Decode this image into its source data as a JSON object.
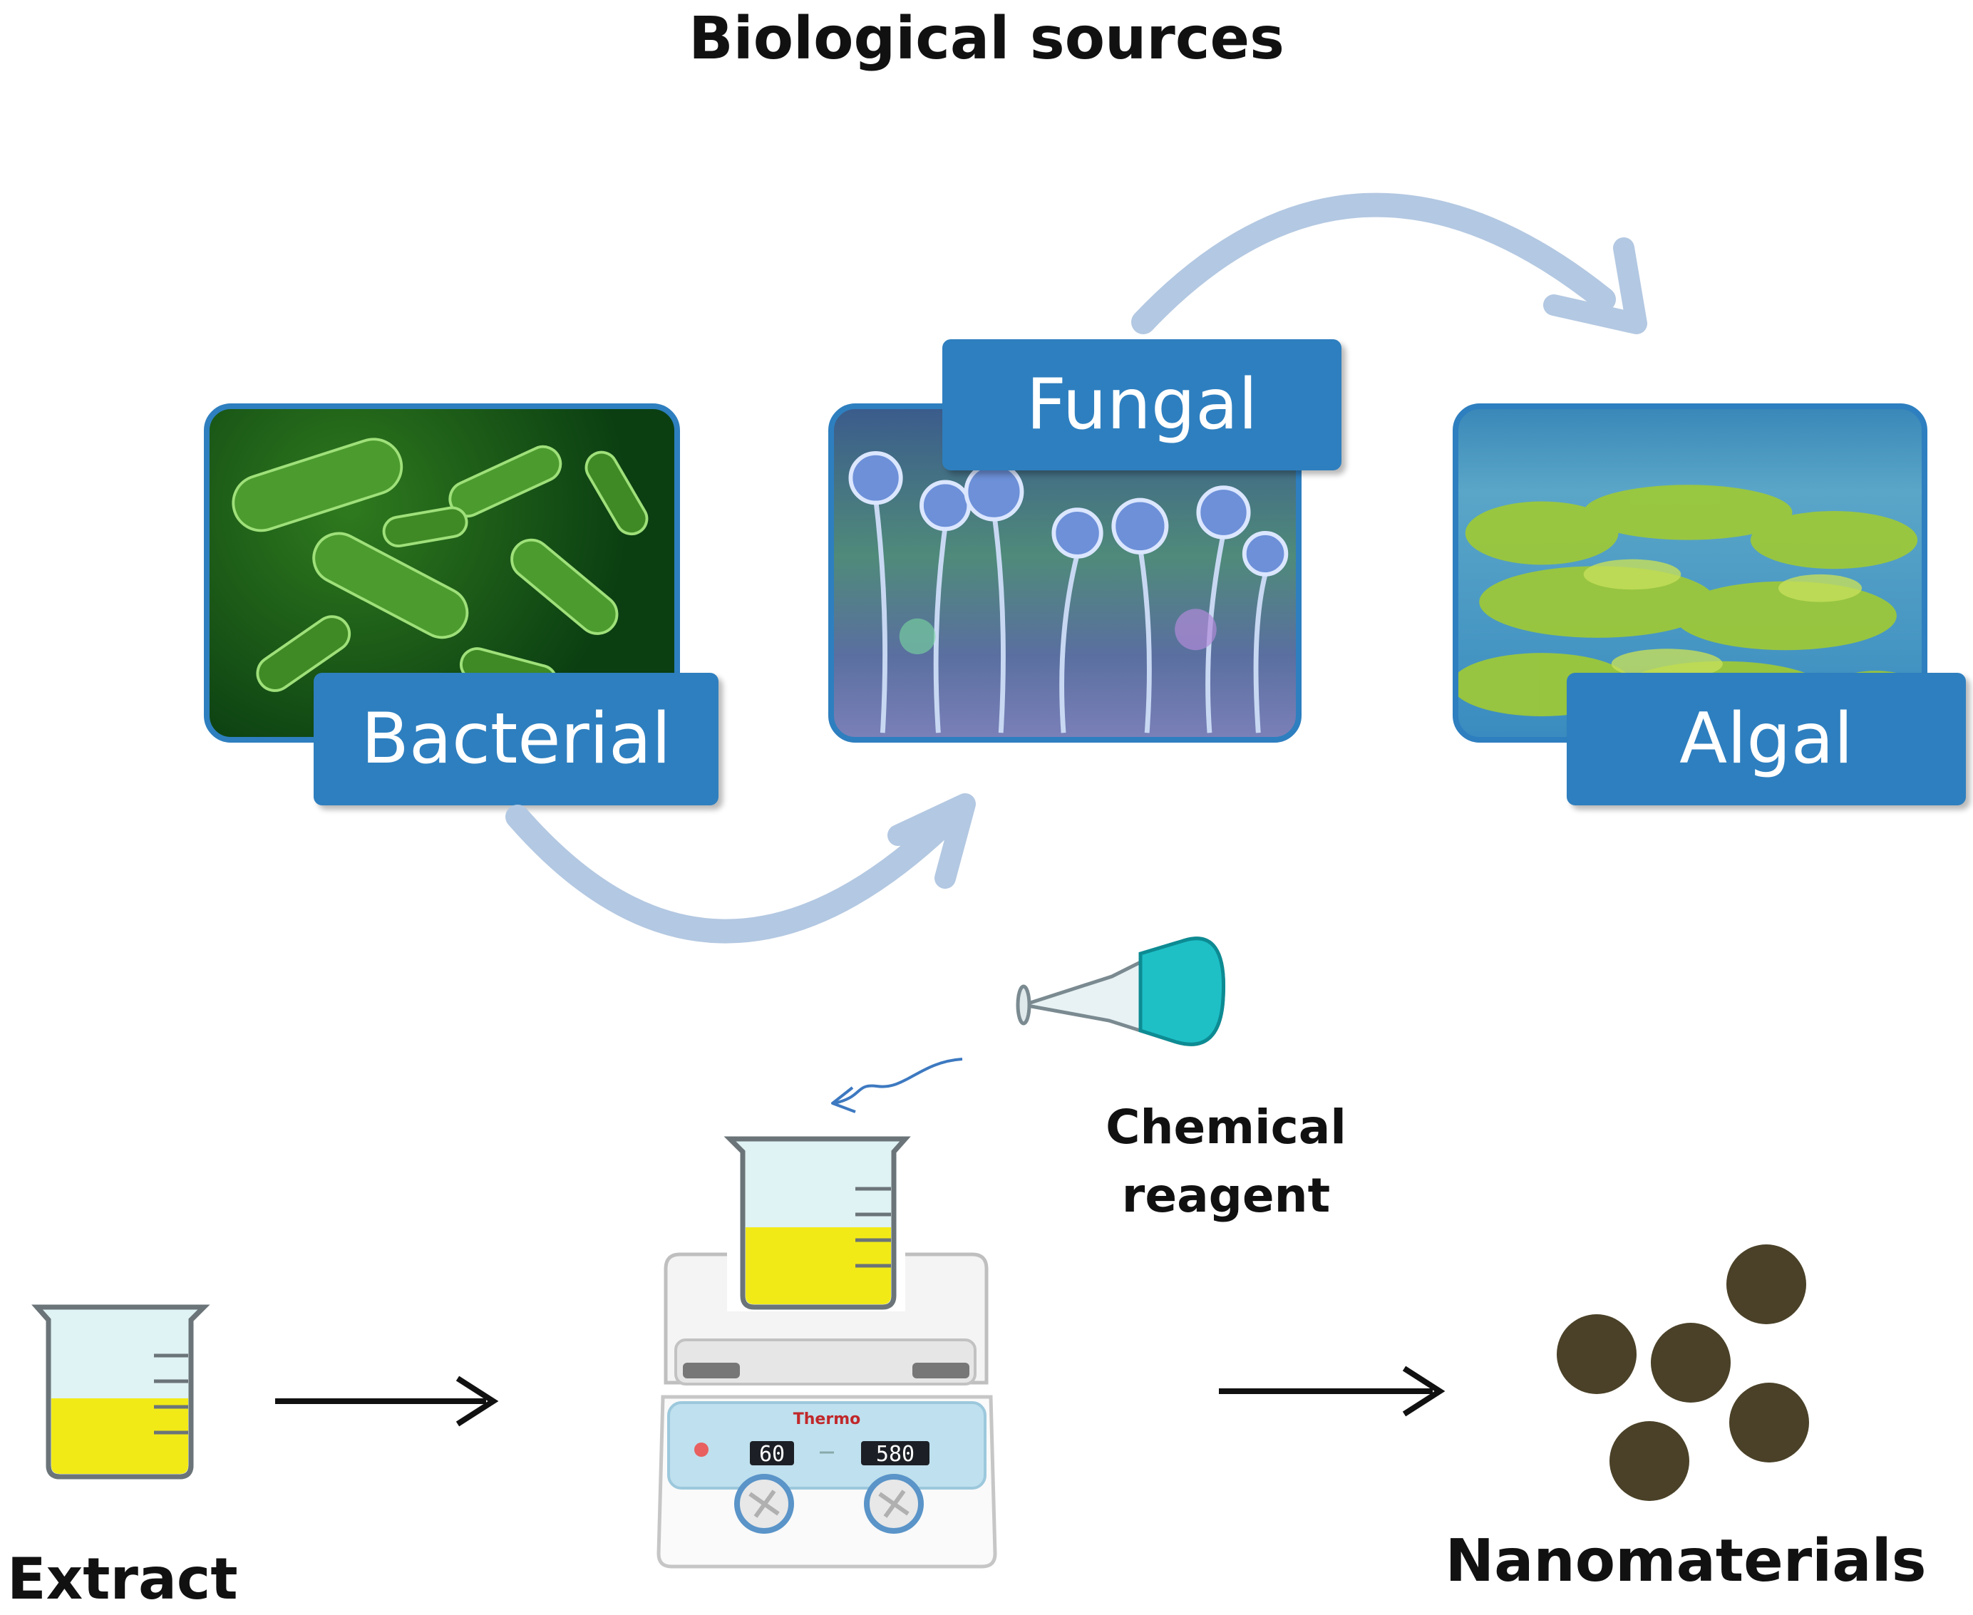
{
  "title": "Biological sources",
  "sources": [
    {
      "label": "Bacterial"
    },
    {
      "label": "Fungal"
    },
    {
      "label": "Algal"
    }
  ],
  "reagent": {
    "label": "Chemical\nreagent"
  },
  "extract": {
    "label": "Extract"
  },
  "product": {
    "label": "Nanomaterials"
  },
  "hotplate": {
    "brand": "Thermo",
    "display_left": "60",
    "display_right": "580"
  },
  "colors": {
    "tag_blue": "#2e7fbf",
    "cycle_arrow": "#b3c8e2",
    "liquid_yellow": "#f2ea17",
    "nanoparticle": "#4a4128",
    "reagent_liquid": "#1ec0c6"
  }
}
